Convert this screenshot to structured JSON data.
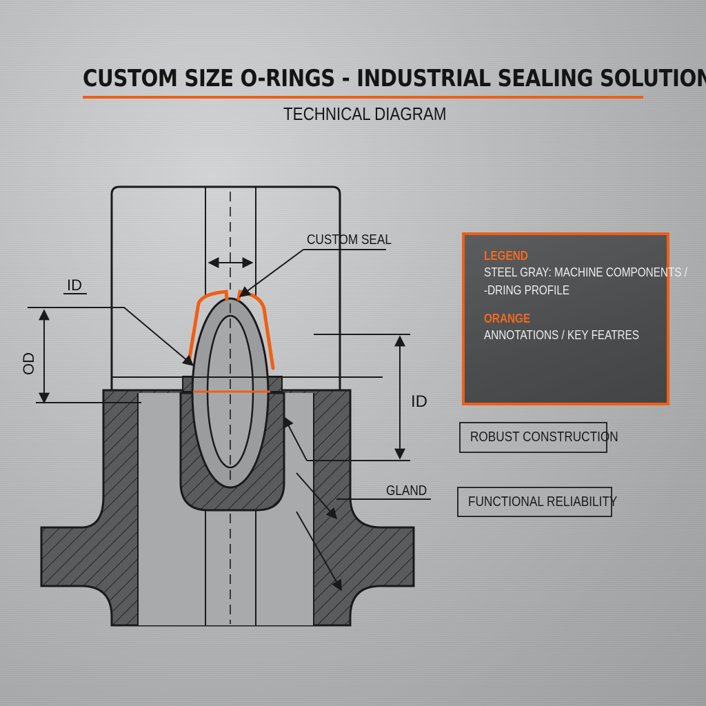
{
  "header": {
    "title": "CUSTOM SIZE O-RINGS - INDUSTRIAL SEALING SOLUTIONS",
    "subtitle": "TECHNICAL DIAGRAM"
  },
  "labels": {
    "custom_seal": "CUSTOM SEAL",
    "id_left": "ID",
    "od_left": "OD",
    "id_right": "ID",
    "gland": "GLAND"
  },
  "legend": {
    "heading_1": "LEGEND",
    "line_1": "STEEL GRAY: MACHINE COMPONENTS /",
    "line_2": "-DRING PROFILE",
    "heading_2": "ORANGE",
    "line_3": "ANNOTATIONS / KEY FEATRES"
  },
  "features": {
    "box_1": "ROBUST CONSTRUCTION",
    "box_2": "FUNCTIONAL RELIABILITY"
  },
  "colors": {
    "accent": "#ef5f14",
    "ink": "#1a1a1a",
    "legend_bg": "#4e4f51"
  }
}
